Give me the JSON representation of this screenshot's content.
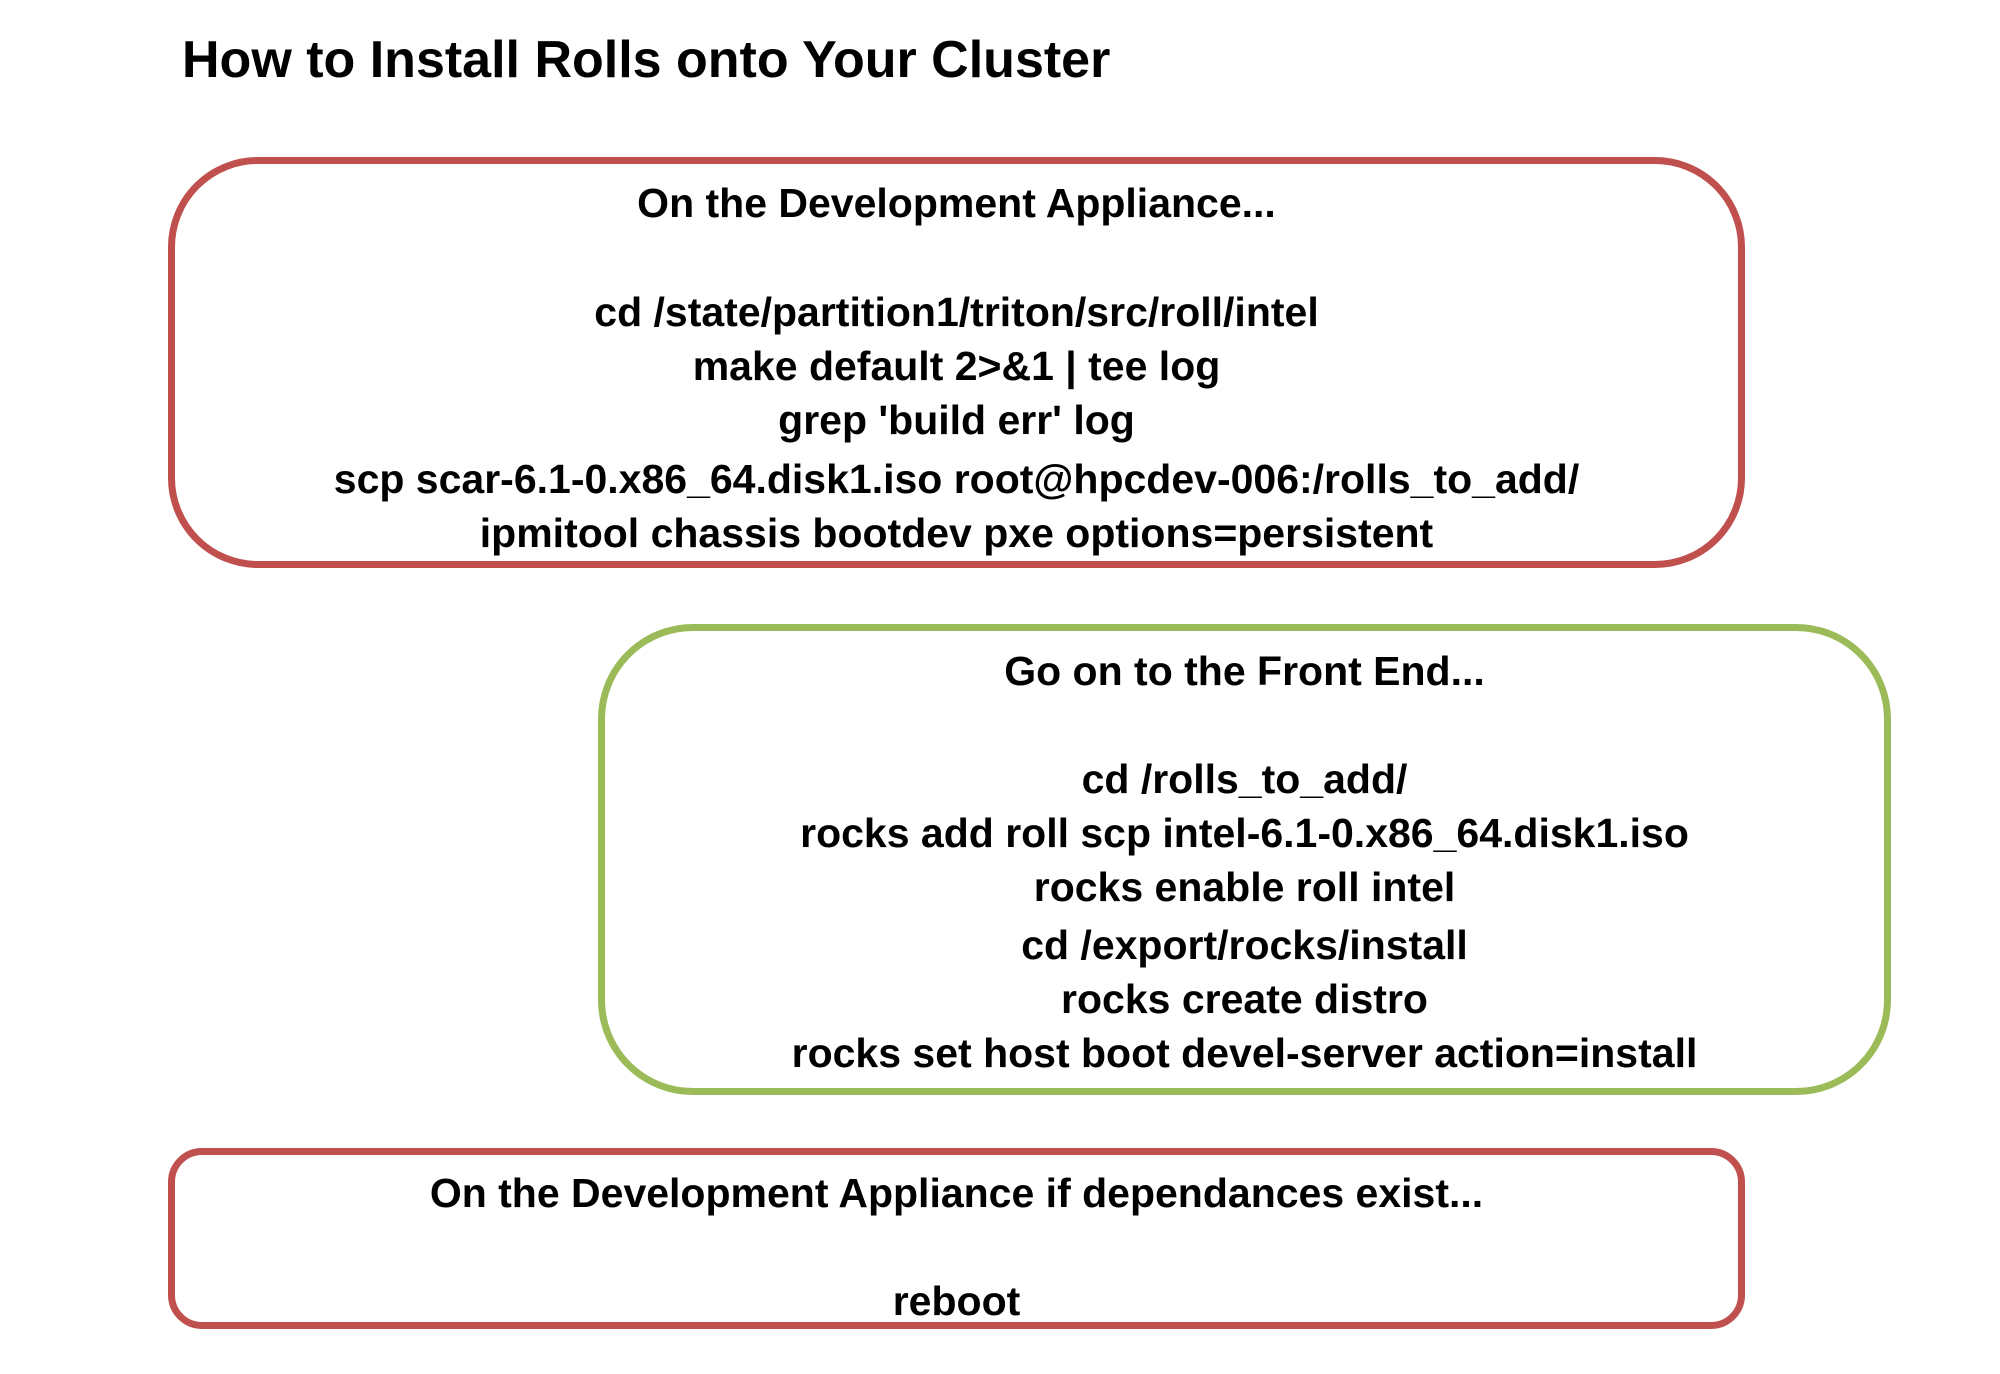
{
  "title": "How to Install Rolls onto Your Cluster",
  "colors": {
    "dev_border": "#c0504d",
    "frontend_border": "#9bbb59",
    "text": "#000000"
  },
  "boxes": {
    "dev": {
      "heading": "On the Development Appliance...",
      "commands": [
        "cd /state/partition1/triton/src/roll/intel",
        "make default 2>&1 | tee log",
        "grep 'build err' log",
        "scp scar-6.1-0.x86_64.disk1.iso root@hpcdev-006:/rolls_to_add/",
        "ipmitool chassis bootdev pxe options=persistent"
      ]
    },
    "frontend": {
      "heading": "Go on to the Front End...",
      "commands": [
        "cd /rolls_to_add/",
        "rocks add roll scp intel-6.1-0.x86_64.disk1.iso",
        "rocks enable roll intel",
        "cd /export/rocks/install",
        "rocks create distro",
        "rocks set host boot devel-server action=install"
      ]
    },
    "dependencies": {
      "heading": "On the Development Appliance if dependances exist...",
      "commands": [
        "reboot"
      ]
    }
  }
}
